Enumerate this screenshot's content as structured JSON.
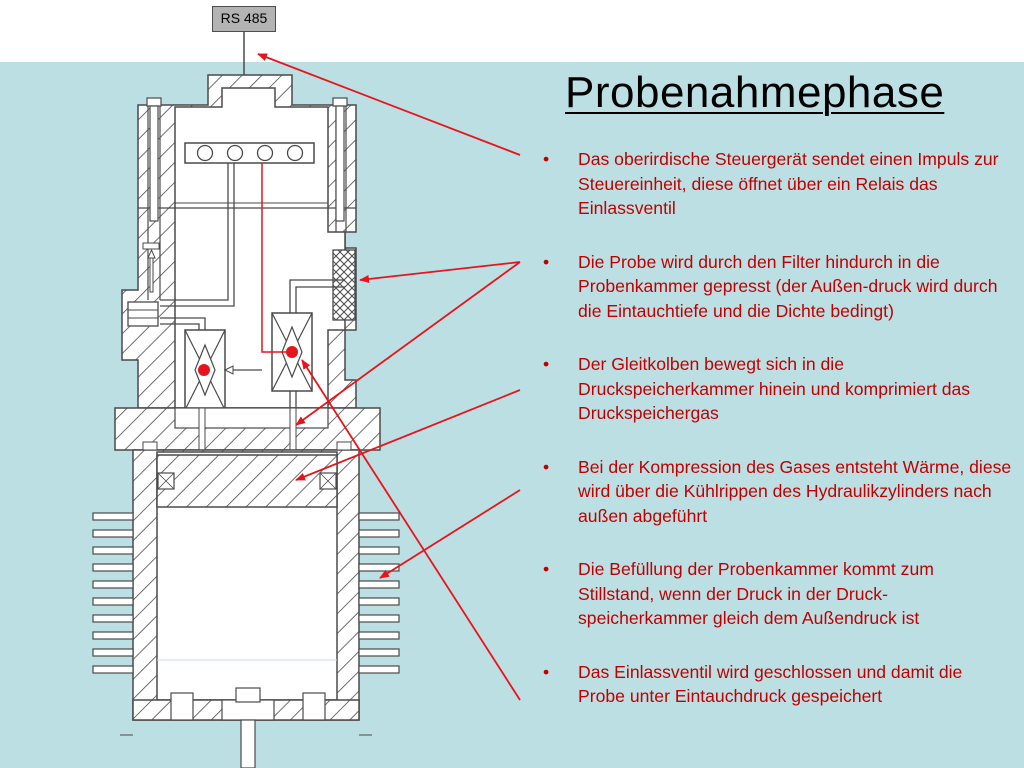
{
  "slide": {
    "title": "Probenahmephase",
    "interface_label": "RS 485",
    "bullets": [
      {
        "text": "Das oberirdische Steuergerät sendet einen Impuls zur Steuereinheit, diese öffnet über ein Relais das Einlassventil"
      },
      {
        "text": "Die Probe wird durch den Filter hindurch in die Probenkammer gepresst (der Außen-druck wird durch die Eintauchtiefe und die Dichte bedingt)"
      },
      {
        "text": "Der Gleitkolben bewegt sich in die Druckspeicherkammer hinein und komprimiert das Druckspeichergas"
      },
      {
        "text": "Bei der Kompression des Gases entsteht Wärme, diese wird über die Kühlrippen des Hydraulikzylinders nach außen abgeführt"
      },
      {
        "text": "Die Befüllung der Probenkammer kommt zum Stillstand, wenn der Druck in der Druck-speicherkammer gleich dem Außendruck ist"
      },
      {
        "text": "Das Einlassventil wird geschlossen und damit die Probe unter Eintauchdruck gespeichert"
      }
    ]
  },
  "colors": {
    "background_panel": "#bcdfe3",
    "bullet_text": "#c00000",
    "pointer_arrows": "#e8141b",
    "outline": "#4a4a4a"
  }
}
